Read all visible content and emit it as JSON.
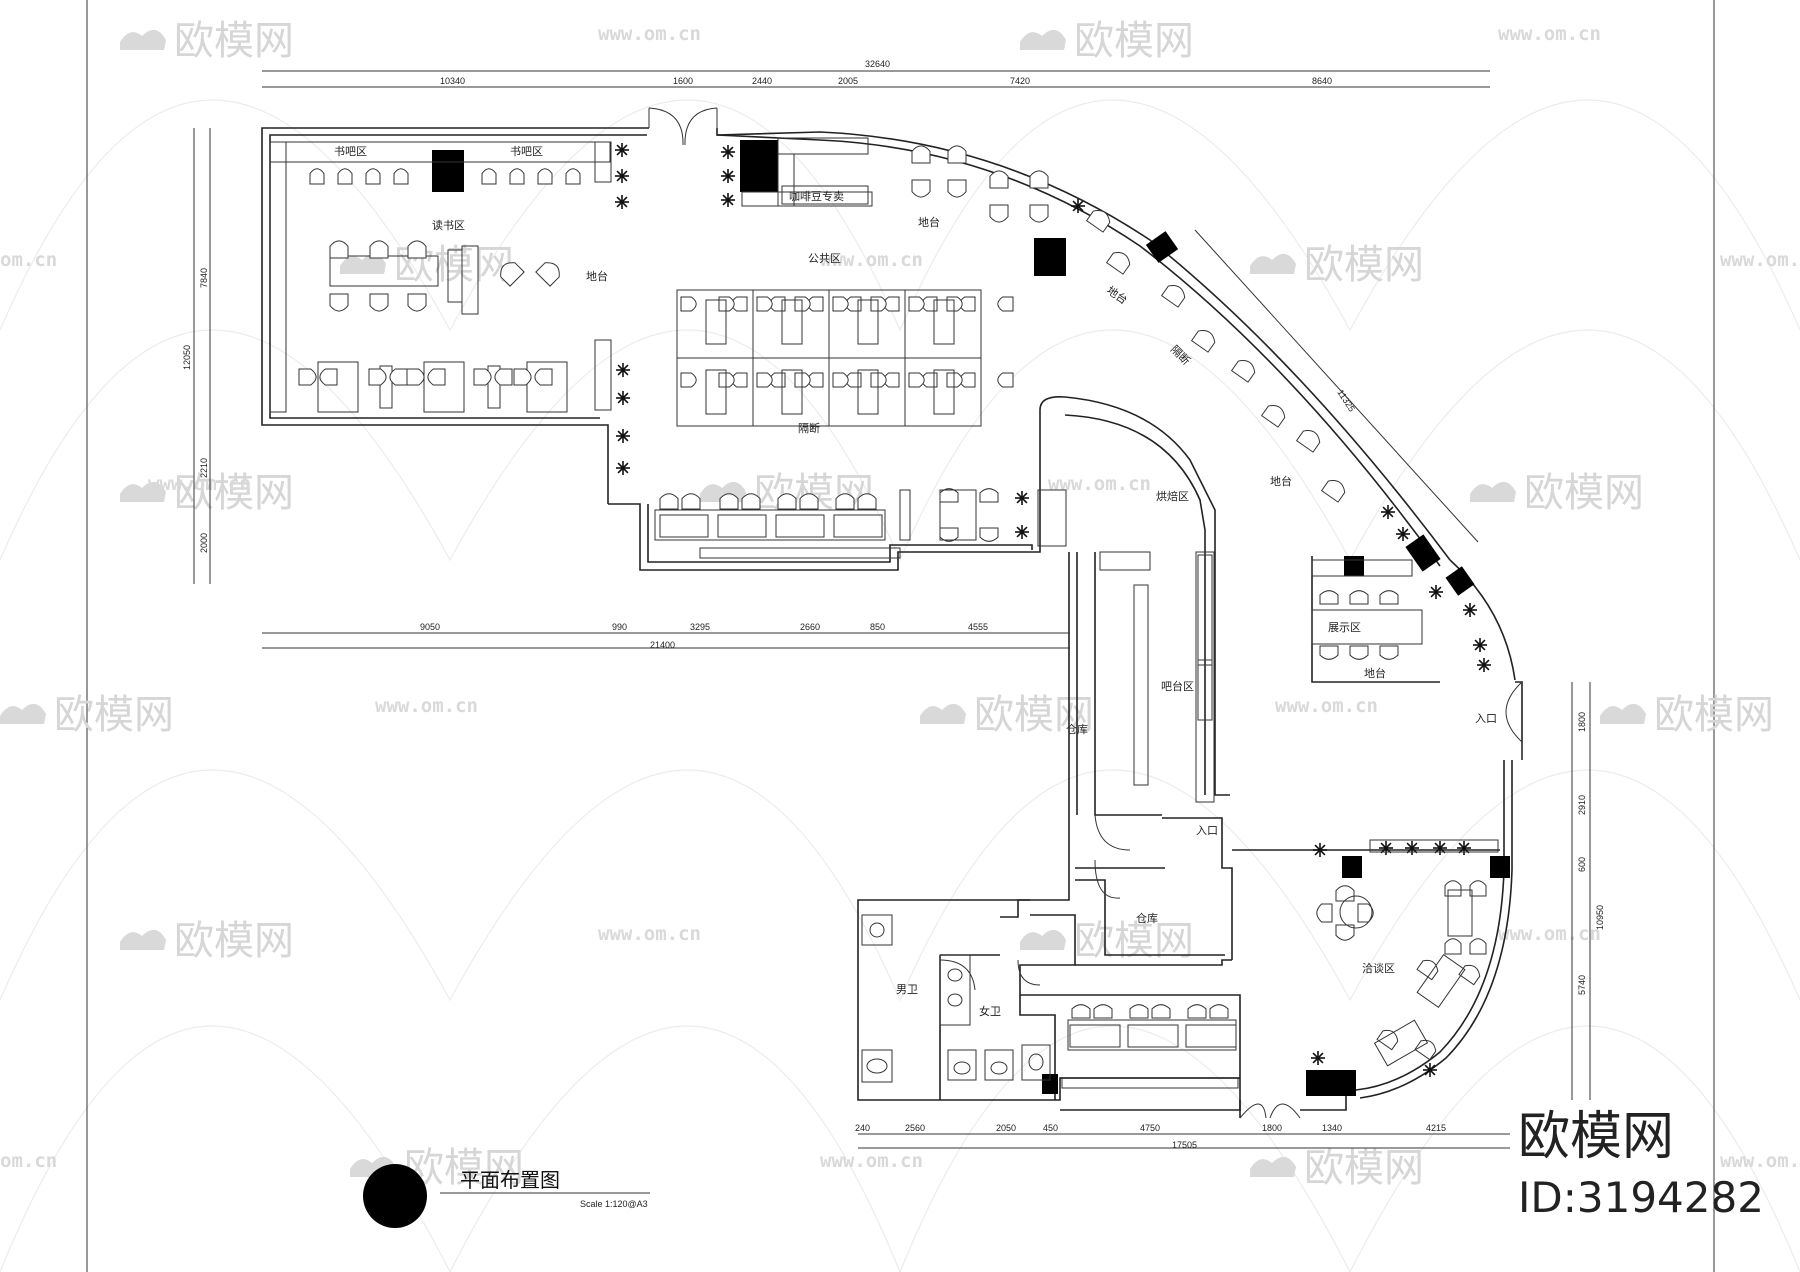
{
  "labels": {
    "book_bar_1": "书吧区",
    "book_bar_2": "书吧区",
    "reading": "读书区",
    "public": "公共区",
    "stage_1": "地台",
    "stage_2": "地台",
    "stage_3": "地台",
    "stage_4": "地台",
    "stage_5": "地台",
    "coffee_store": "咖啡豆专卖",
    "partition_1": "隔断",
    "partition_2": "隔断",
    "baking": "烘焙区",
    "bar": "吧台区",
    "storage_1": "仓库",
    "storage_2": "仓库",
    "entrance_1": "入口",
    "entrance_2": "入口",
    "display": "展示区",
    "negotiation": "洽谈区",
    "men_wc": "男卫",
    "women_wc": "女卫"
  },
  "dimensions": {
    "top_total": "32640",
    "top": [
      "10340",
      "1600",
      "2440",
      "2005",
      "7420",
      "8640"
    ],
    "left_total": "12050",
    "left": [
      "7840",
      "2210",
      "2000"
    ],
    "mid_total": "21400",
    "mid": [
      "9050",
      "990",
      "3295",
      "2660",
      "850",
      "4555"
    ],
    "diagonal": "11325",
    "right_total": "10950",
    "right": [
      "1800",
      "2910",
      "600",
      "5740"
    ],
    "bottom_total": "17505",
    "bottom": [
      "240",
      "2560",
      "2050",
      "450",
      "4750",
      "1800",
      "1340",
      "4215"
    ]
  },
  "title": {
    "main": "平面布置图",
    "scale": "Scale 1:120@A3"
  },
  "watermark": {
    "brand": "欧模网",
    "url": "www.om.cn",
    "url_short": "om.cn",
    "id": "ID:3194282"
  }
}
